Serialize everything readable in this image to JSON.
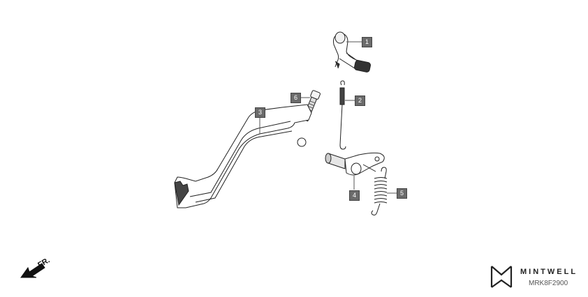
{
  "diagram": {
    "type": "exploded-parts-diagram",
    "subject": "Gear shift / kick pedal assembly",
    "callouts": [
      {
        "id": "1",
        "label": "1",
        "part": "shift-arm-upper"
      },
      {
        "id": "2",
        "label": "2",
        "part": "return-spring-long"
      },
      {
        "id": "3",
        "label": "3",
        "part": "pedal-lever"
      },
      {
        "id": "4",
        "label": "4",
        "part": "shaft-arm"
      },
      {
        "id": "5",
        "label": "5",
        "part": "coil-spring"
      },
      {
        "id": "6",
        "label": "6",
        "part": "flange-bolt"
      }
    ],
    "direction_indicator": {
      "label": "FR.",
      "icon": "arrow-down-left-icon"
    }
  },
  "branding": {
    "name": "MINTWELL",
    "code": "MRK8F2900"
  }
}
